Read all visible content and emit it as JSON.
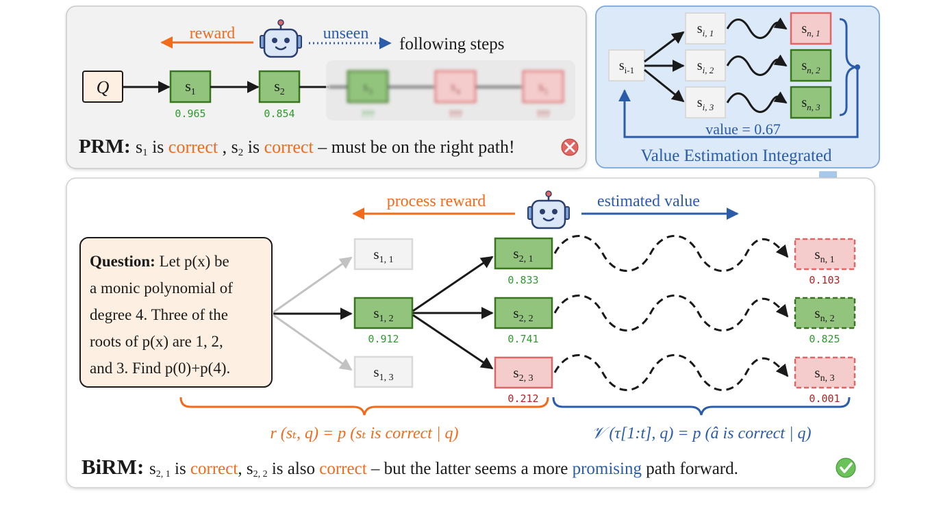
{
  "prm": {
    "reward_label": "reward",
    "unseen_label": "unseen",
    "following_label": "following steps",
    "q_label": "Q",
    "steps": [
      {
        "label": "s",
        "sub": "1",
        "score": "0.965",
        "state": "correct"
      },
      {
        "label": "s",
        "sub": "2",
        "score": "0.854",
        "state": "correct"
      },
      {
        "label": "s",
        "sub": "3",
        "score": "???",
        "state": "correct-hidden"
      },
      {
        "label": "s",
        "sub": "4",
        "score": "???",
        "state": "wrong-hidden"
      },
      {
        "label": "s",
        "sub": "5",
        "score": "???",
        "state": "wrong-hidden"
      }
    ],
    "caption": {
      "title": "PRM",
      "s1": "s",
      "s1_sub": "1",
      "is1": " is ",
      "correct1": "correct",
      "sep": " , ",
      "s2": "s",
      "s2_sub": "2",
      "is2": " is ",
      "correct2": "correct",
      "rest": " – must be on the right path!"
    }
  },
  "value_panel": {
    "root": {
      "label": "s",
      "sub": "i-1"
    },
    "children": [
      {
        "label": "s",
        "sub": "i, 1"
      },
      {
        "label": "s",
        "sub": "i, 2"
      },
      {
        "label": "s",
        "sub": "i, 3"
      }
    ],
    "leaves": [
      {
        "label": "s",
        "sub": "n, 1",
        "state": "wrong"
      },
      {
        "label": "s",
        "sub": "n, 2",
        "state": "correct"
      },
      {
        "label": "s",
        "sub": "n, 3",
        "state": "correct"
      }
    ],
    "value_text": "value = 0.67",
    "title": "Value Estimation Integrated"
  },
  "birm": {
    "process_reward_label": "process reward",
    "estimated_value_label": "estimated value",
    "question_bold": "Question:",
    "question_lines": [
      " Let p(x) be",
      "a monic polynomial of",
      "degree 4. Three of the",
      "roots of p(x) are 1, 2,",
      "and 3. Find p(0)+p(4)."
    ],
    "layer1": [
      {
        "label": "s",
        "sub": "1, 1",
        "score": "",
        "state": "gray"
      },
      {
        "label": "s",
        "sub": "1, 2",
        "score": "0.912",
        "state": "correct"
      },
      {
        "label": "s",
        "sub": "1, 3",
        "score": "",
        "state": "gray"
      }
    ],
    "layer2": [
      {
        "label": "s",
        "sub": "2, 1",
        "score": "0.833",
        "state": "correct"
      },
      {
        "label": "s",
        "sub": "2, 2",
        "score": "0.741",
        "state": "correct"
      },
      {
        "label": "s",
        "sub": "2, 3",
        "score": "0.212",
        "state": "wrong"
      }
    ],
    "final": [
      {
        "label": "s",
        "sub": "n, 1",
        "score": "0.103",
        "state": "wrong"
      },
      {
        "label": "s",
        "sub": "n, 2",
        "score": "0.825",
        "state": "correct"
      },
      {
        "label": "s",
        "sub": "n, 3",
        "score": "0.001",
        "state": "wrong"
      }
    ],
    "formula_reward": "r (sₜ, q) = p (sₜ  is correct | q)",
    "formula_value": "𝒱 (τ[1:t], q) = p (â  is correct | q)",
    "caption": {
      "title": "BiRM",
      "s21": "s",
      "s21_sub": "2, 1",
      "is1": " is ",
      "correct1": "correct",
      "comma": ", ",
      "s22": "s",
      "s22_sub": "2, 2",
      "is2": " is also ",
      "correct2": "correct",
      "mid": " – but the latter seems a more ",
      "promising": "promising",
      "end": " path forward."
    }
  },
  "colors": {
    "orange": "#f26a1b",
    "blue": "#2a5caa",
    "green_fill": "#93c47d",
    "green_stroke": "#38761d",
    "red_fill": "#f4cccc",
    "red_stroke": "#e06666",
    "gray_fill": "#f3f3f3",
    "score_green": "#2e9a2e",
    "score_red": "#b22222"
  }
}
